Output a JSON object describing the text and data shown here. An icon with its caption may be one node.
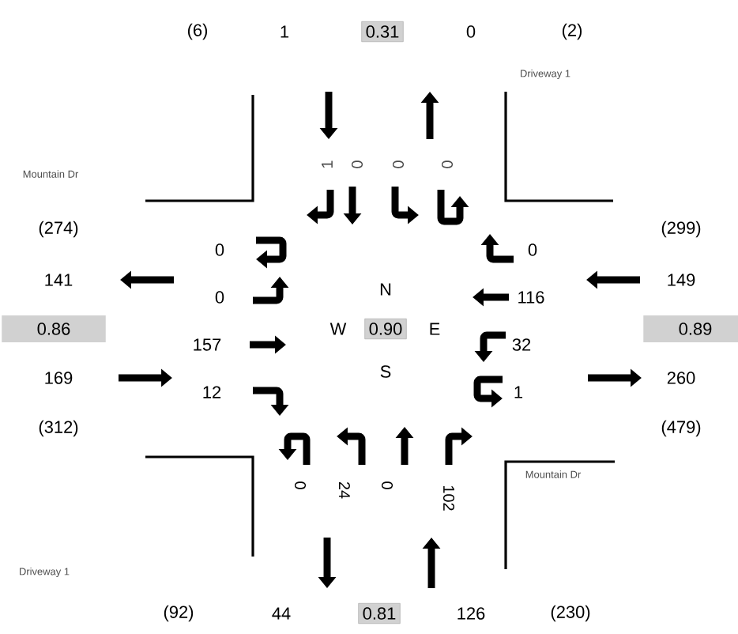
{
  "diagram": {
    "labels": [
      "(6)",
      "1",
      "0.31",
      "0",
      "(2)",
      "Driveway 1",
      "Mountain Dr",
      "1",
      "0",
      "0",
      "0",
      "(274)",
      "(299)",
      "0",
      "0",
      "141",
      "149",
      "N",
      "0",
      "116",
      "0.86",
      "W",
      "0.90",
      "E",
      "0.89",
      "157",
      "32",
      "169",
      "S",
      "260",
      "12",
      "1",
      "(312)",
      "(479)",
      "0",
      "24",
      "0",
      "102",
      "Mountain Dr",
      "Driveway 1",
      "(92)",
      "44",
      "0.81",
      "126",
      "(230)"
    ]
  }
}
